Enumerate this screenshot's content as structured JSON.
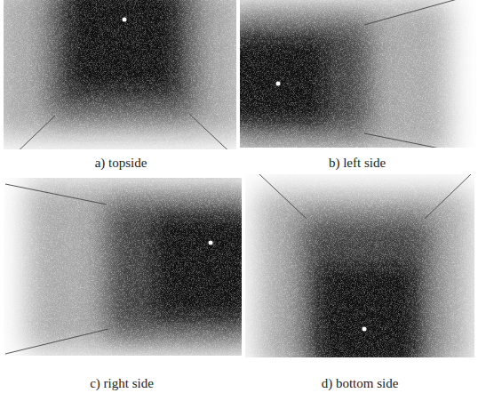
{
  "diagram": {
    "labels": [
      "a) topside",
      "b) left side",
      "c) right side",
      "d) bottom side"
    ]
  }
}
